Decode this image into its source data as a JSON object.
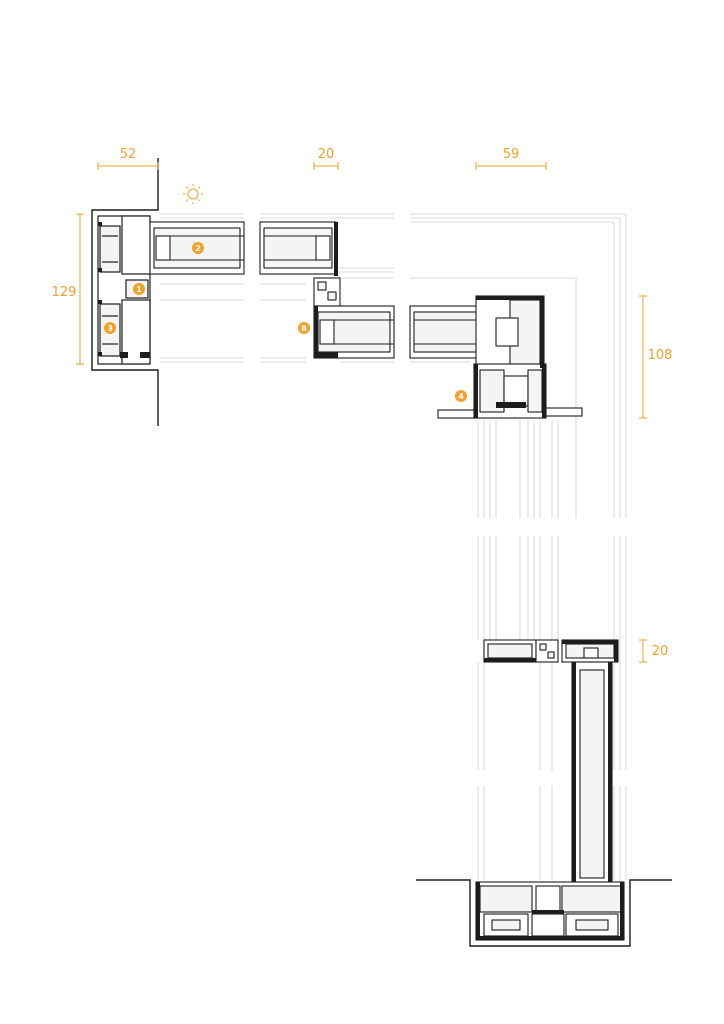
{
  "colors": {
    "accent": "#f2a12c",
    "line_dark": "#1d1d1d",
    "line_light": "#c9c9c9",
    "glass_fill": "#eeeeee",
    "badge_text": "#ffffff"
  },
  "dimensions": {
    "left_width": "52",
    "middle_width": "20",
    "right_width": "59",
    "left_height": "129",
    "right_height": "108",
    "lower_gap": "20"
  },
  "callouts": {
    "c1": "1",
    "c2": "2",
    "c3": "3",
    "c4": "4",
    "c8": "8"
  },
  "icons": {
    "sun": "sun-icon"
  }
}
